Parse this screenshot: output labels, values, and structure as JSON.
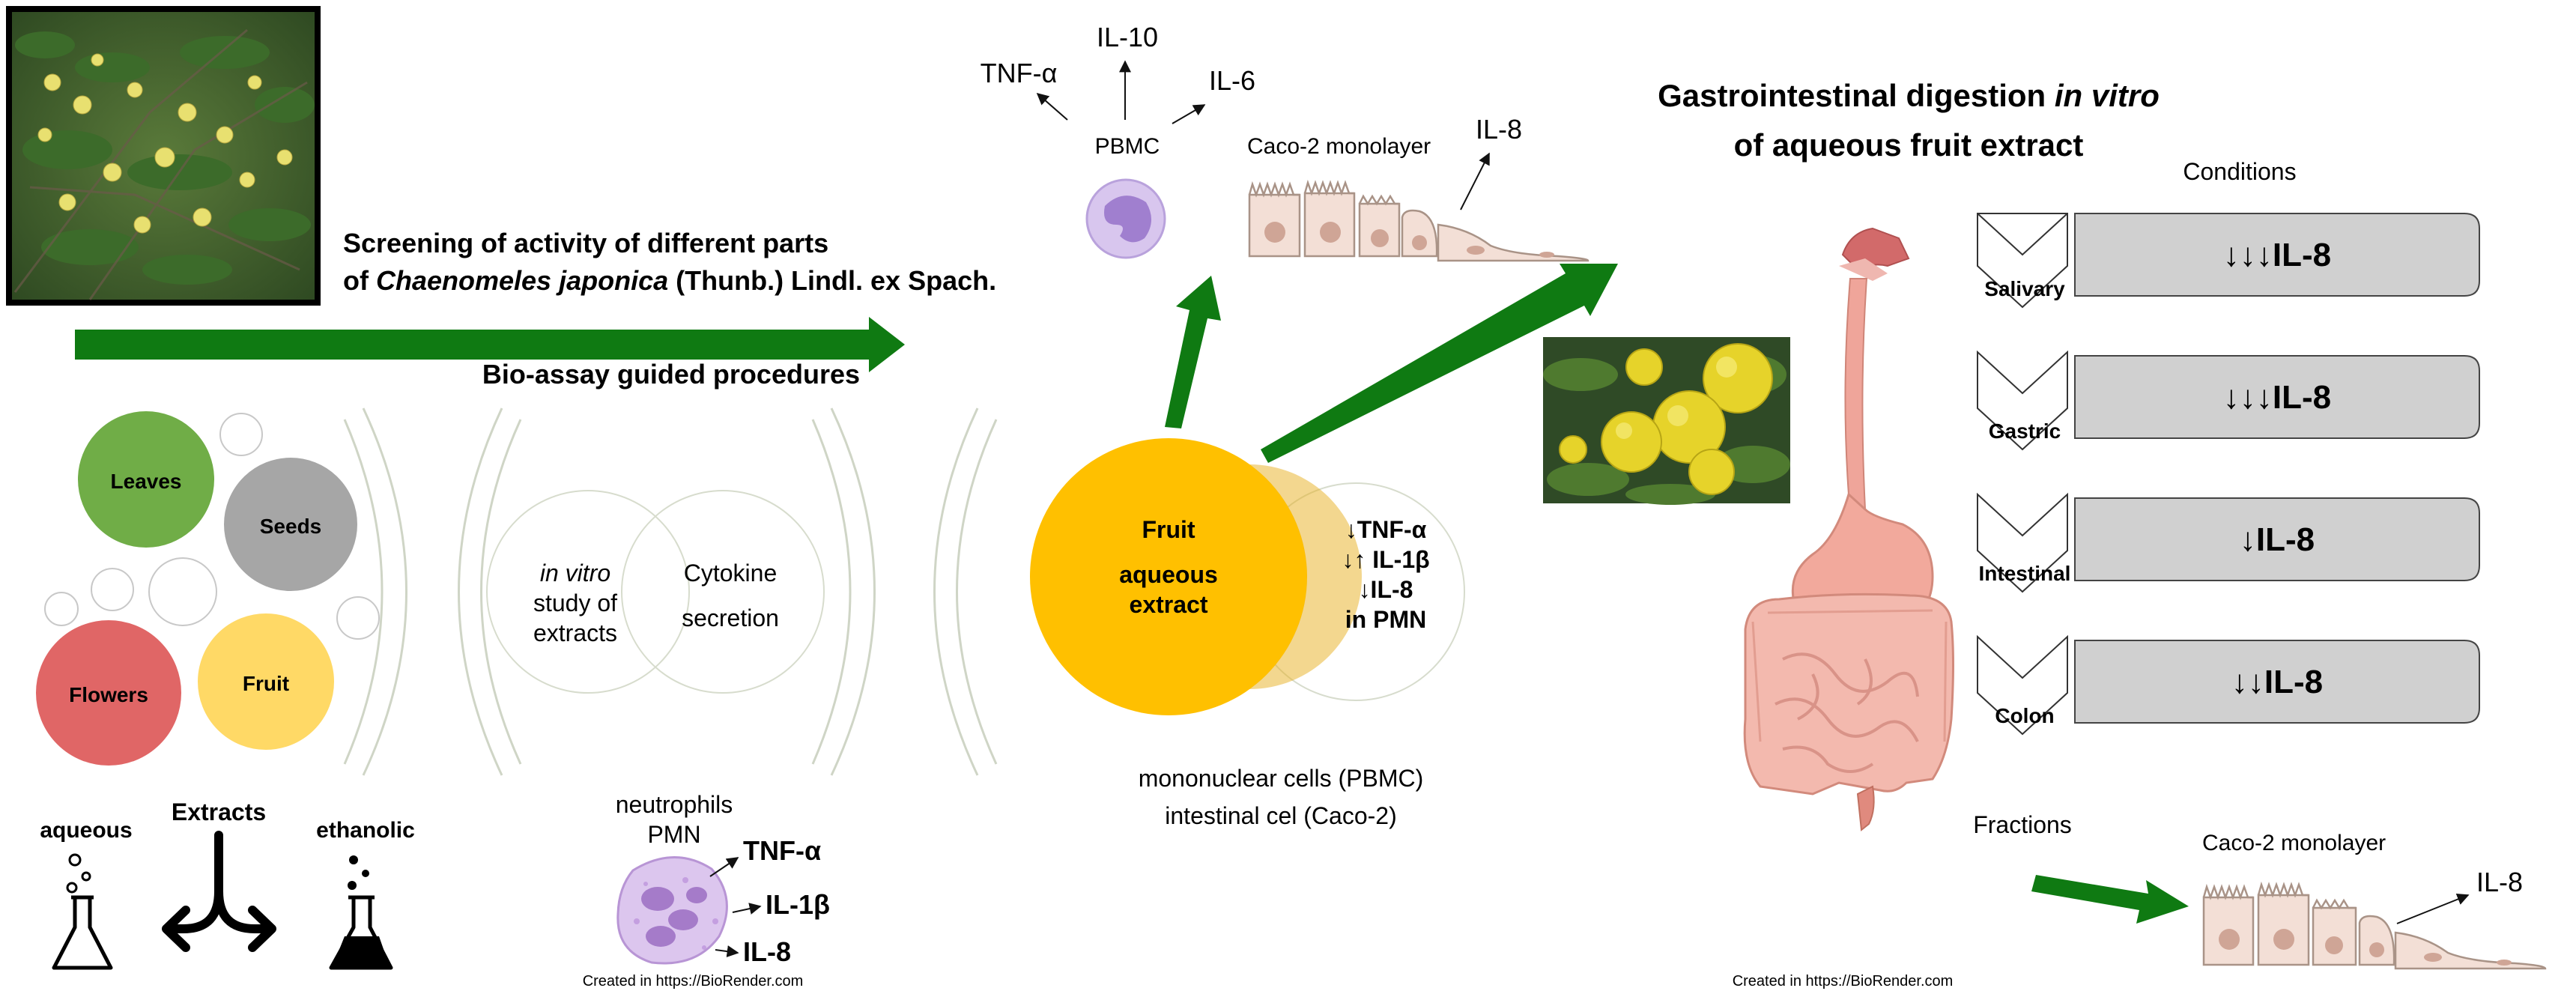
{
  "left": {
    "screening_line1": "Screening of activity of different parts",
    "screening_line2_species": "Chaenomeles japonica",
    "screening_line2_rest": " (Thunb.) Lindl. ex Spach.",
    "bioassay": "Bio-assay guided procedures",
    "parts": [
      "Leaves",
      "Seeds",
      "Flowers",
      "Fruit"
    ],
    "venn_left": [
      "in vitro",
      "study of",
      "extracts"
    ],
    "venn_right": [
      "Cytokine",
      "secretion"
    ],
    "extracts_label": "Extracts",
    "aqueous_label": "aqueous",
    "ethanolic_label": "ethanolic",
    "neutrophils_line1": "neutrophils",
    "neutrophils_line2": "PMN",
    "pmn_outputs": [
      "TNF-α",
      "IL-1β",
      "IL-8"
    ],
    "credit": "Created in  https://BioRender.com"
  },
  "middle": {
    "pbmc_cytokines": [
      "TNF-α",
      "IL-10",
      "IL-6"
    ],
    "pbmc_label": "PBMC",
    "caco_label": "Caco-2 monolayer",
    "caco_output": "IL-8",
    "fruit_line1": "Fruit",
    "fruit_line2": "aqueous",
    "fruit_line3": "extract",
    "effects": [
      "↓TNF-α",
      "↓↑ IL-1β",
      "↓IL-8",
      "in PMN"
    ],
    "cells_line1": "mononuclear cells (PBMC)",
    "cells_line2": "intestinal cel (Caco-2)"
  },
  "right": {
    "title_line1_a": "Gastrointestinal digestion ",
    "title_line1_b": "in vitro",
    "title_line2": "of aqueous fruit extract",
    "conditions_label": "Conditions",
    "stages": [
      {
        "name": "Salivary",
        "effect": "↓↓↓IL-8"
      },
      {
        "name": "Gastric",
        "effect": "↓↓↓IL-8"
      },
      {
        "name": "Intestinal",
        "effect": "↓IL-8"
      },
      {
        "name": "Colon",
        "effect": "↓↓IL-8"
      }
    ],
    "fractions_label": "Fractions",
    "caco_label": "Caco-2 monolayer",
    "caco_output": "IL-8",
    "credit": "Created in  https://BioRender.com"
  },
  "colors": {
    "arrow_green": "#0f7a12",
    "fruit_yellow": "#ffc000",
    "leaves": "#70ad47",
    "seeds": "#a6a6a6",
    "flowers": "#e06666",
    "fruit_light": "#ffd966",
    "pmn_purple": "#c9a6e0",
    "condition_box": "#d0d0d0"
  }
}
